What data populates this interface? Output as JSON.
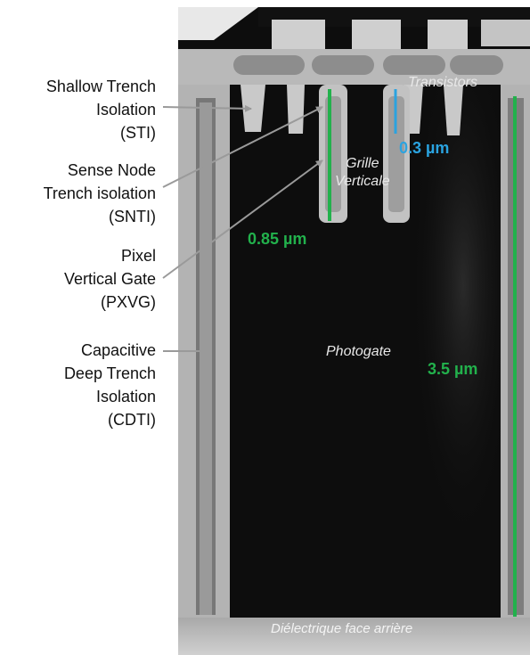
{
  "labels": {
    "sti": [
      "Shallow Trench",
      "Isolation",
      "(STI)"
    ],
    "snti": [
      "Sense Node",
      "Trench isolation",
      "(SNTI)"
    ],
    "pxvg": [
      "Pixel",
      "Vertical Gate",
      "(PXVG)"
    ],
    "cdti": [
      "Capacitive",
      "Deep Trench",
      "Isolation",
      "(CDTI)"
    ]
  },
  "annotations": {
    "transistors": "Transistors",
    "grille": [
      "Grille",
      "Verticale"
    ],
    "photogate": "Photogate",
    "dielectric": "Diélectrique face arrière"
  },
  "measurements": {
    "sti_depth": "0.3 µm",
    "gate_depth": "0.85 µm",
    "trench_depth": "3.5 µm"
  },
  "colors": {
    "green": "#22b14c",
    "blue": "#2aa3e0",
    "arrow": "#9a9a9a",
    "background": "#0c0c0c"
  }
}
